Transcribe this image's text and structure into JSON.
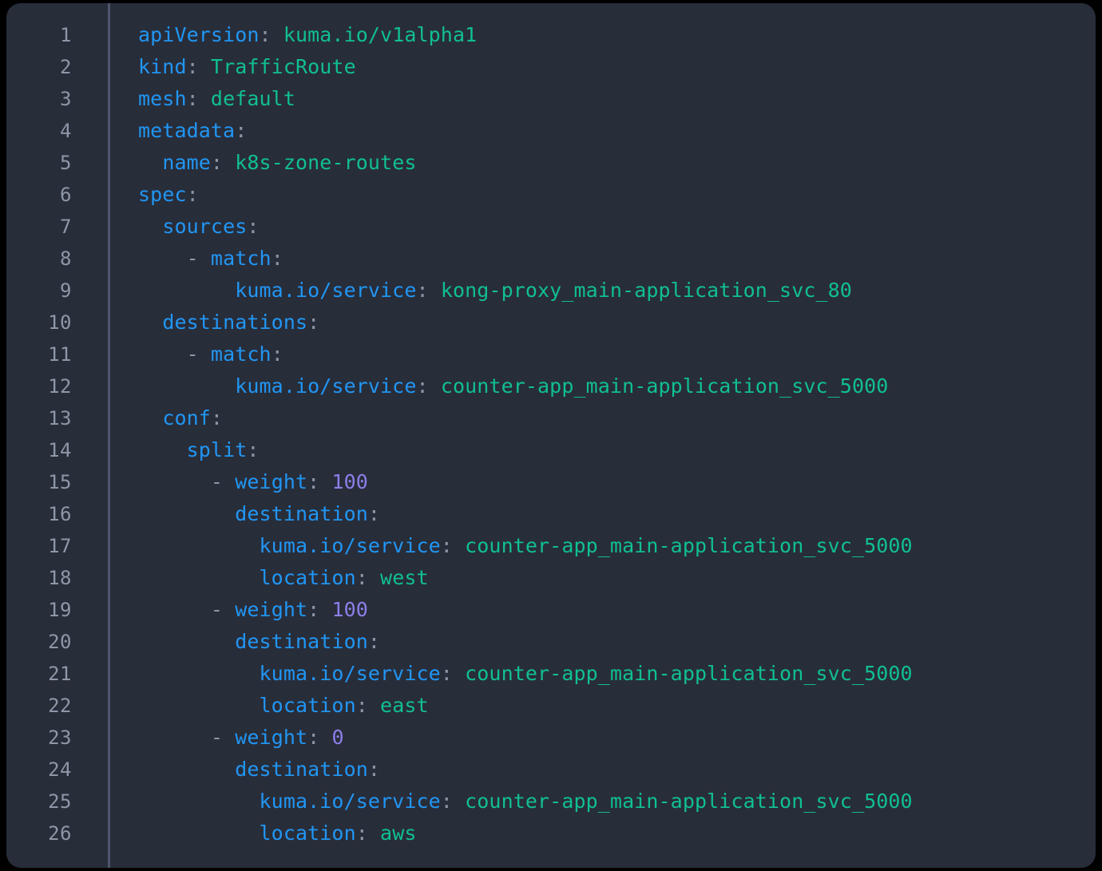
{
  "editor": {
    "language": "yaml",
    "colors": {
      "background": "#282d3a",
      "page_background": "#000000",
      "gutter_text": "#8d97a8",
      "gutter_divider": "#4d566b",
      "key": "#2196f3",
      "string": "#10bf92",
      "number": "#8b7fe8",
      "punctuation": "#8d97a8"
    },
    "first_line_number": 1,
    "last_line_number": 26,
    "total_lines": 26,
    "lines": [
      {
        "n": "1",
        "indent": 0,
        "tokens": [
          {
            "t": "apiVersion",
            "c": "key"
          },
          {
            "t": ": ",
            "c": "punct"
          },
          {
            "t": "kuma.io/v1alpha1",
            "c": "str"
          }
        ]
      },
      {
        "n": "2",
        "indent": 0,
        "tokens": [
          {
            "t": "kind",
            "c": "key"
          },
          {
            "t": ": ",
            "c": "punct"
          },
          {
            "t": "TrafficRoute",
            "c": "str"
          }
        ]
      },
      {
        "n": "3",
        "indent": 0,
        "tokens": [
          {
            "t": "mesh",
            "c": "key"
          },
          {
            "t": ": ",
            "c": "punct"
          },
          {
            "t": "default",
            "c": "str"
          }
        ]
      },
      {
        "n": "4",
        "indent": 0,
        "tokens": [
          {
            "t": "metadata",
            "c": "key"
          },
          {
            "t": ":",
            "c": "punct"
          }
        ]
      },
      {
        "n": "5",
        "indent": 1,
        "tokens": [
          {
            "t": "name",
            "c": "key"
          },
          {
            "t": ": ",
            "c": "punct"
          },
          {
            "t": "k8s-zone-routes",
            "c": "str"
          }
        ]
      },
      {
        "n": "6",
        "indent": 0,
        "tokens": [
          {
            "t": "spec",
            "c": "key"
          },
          {
            "t": ":",
            "c": "punct"
          }
        ]
      },
      {
        "n": "7",
        "indent": 1,
        "tokens": [
          {
            "t": "sources",
            "c": "key"
          },
          {
            "t": ":",
            "c": "punct"
          }
        ]
      },
      {
        "n": "8",
        "indent": 2,
        "tokens": [
          {
            "t": "- ",
            "c": "dash"
          },
          {
            "t": "match",
            "c": "key"
          },
          {
            "t": ":",
            "c": "punct"
          }
        ]
      },
      {
        "n": "9",
        "indent": 4,
        "tokens": [
          {
            "t": "kuma.io/service",
            "c": "key"
          },
          {
            "t": ": ",
            "c": "punct"
          },
          {
            "t": "kong-proxy_main-application_svc_80",
            "c": "str"
          }
        ]
      },
      {
        "n": "10",
        "indent": 1,
        "tokens": [
          {
            "t": "destinations",
            "c": "key"
          },
          {
            "t": ":",
            "c": "punct"
          }
        ]
      },
      {
        "n": "11",
        "indent": 2,
        "tokens": [
          {
            "t": "- ",
            "c": "dash"
          },
          {
            "t": "match",
            "c": "key"
          },
          {
            "t": ":",
            "c": "punct"
          }
        ]
      },
      {
        "n": "12",
        "indent": 4,
        "tokens": [
          {
            "t": "kuma.io/service",
            "c": "key"
          },
          {
            "t": ": ",
            "c": "punct"
          },
          {
            "t": "counter-app_main-application_svc_5000",
            "c": "str"
          }
        ]
      },
      {
        "n": "13",
        "indent": 1,
        "tokens": [
          {
            "t": "conf",
            "c": "key"
          },
          {
            "t": ":",
            "c": "punct"
          }
        ]
      },
      {
        "n": "14",
        "indent": 2,
        "tokens": [
          {
            "t": "split",
            "c": "key"
          },
          {
            "t": ":",
            "c": "punct"
          }
        ]
      },
      {
        "n": "15",
        "indent": 3,
        "tokens": [
          {
            "t": "- ",
            "c": "dash"
          },
          {
            "t": "weight",
            "c": "key"
          },
          {
            "t": ": ",
            "c": "punct"
          },
          {
            "t": "100",
            "c": "num"
          }
        ]
      },
      {
        "n": "16",
        "indent": 4,
        "tokens": [
          {
            "t": "destination",
            "c": "key"
          },
          {
            "t": ":",
            "c": "punct"
          }
        ]
      },
      {
        "n": "17",
        "indent": 5,
        "tokens": [
          {
            "t": "kuma.io/service",
            "c": "key"
          },
          {
            "t": ": ",
            "c": "punct"
          },
          {
            "t": "counter-app_main-application_svc_5000",
            "c": "str"
          }
        ]
      },
      {
        "n": "18",
        "indent": 5,
        "tokens": [
          {
            "t": "location",
            "c": "key"
          },
          {
            "t": ": ",
            "c": "punct"
          },
          {
            "t": "west",
            "c": "str"
          }
        ]
      },
      {
        "n": "19",
        "indent": 3,
        "tokens": [
          {
            "t": "- ",
            "c": "dash"
          },
          {
            "t": "weight",
            "c": "key"
          },
          {
            "t": ": ",
            "c": "punct"
          },
          {
            "t": "100",
            "c": "num"
          }
        ]
      },
      {
        "n": "20",
        "indent": 4,
        "tokens": [
          {
            "t": "destination",
            "c": "key"
          },
          {
            "t": ":",
            "c": "punct"
          }
        ]
      },
      {
        "n": "21",
        "indent": 5,
        "tokens": [
          {
            "t": "kuma.io/service",
            "c": "key"
          },
          {
            "t": ": ",
            "c": "punct"
          },
          {
            "t": "counter-app_main-application_svc_5000",
            "c": "str"
          }
        ]
      },
      {
        "n": "22",
        "indent": 5,
        "tokens": [
          {
            "t": "location",
            "c": "key"
          },
          {
            "t": ": ",
            "c": "punct"
          },
          {
            "t": "east",
            "c": "str"
          }
        ]
      },
      {
        "n": "23",
        "indent": 3,
        "tokens": [
          {
            "t": "- ",
            "c": "dash"
          },
          {
            "t": "weight",
            "c": "key"
          },
          {
            "t": ": ",
            "c": "punct"
          },
          {
            "t": "0",
            "c": "num"
          }
        ]
      },
      {
        "n": "24",
        "indent": 4,
        "tokens": [
          {
            "t": "destination",
            "c": "key"
          },
          {
            "t": ":",
            "c": "punct"
          }
        ]
      },
      {
        "n": "25",
        "indent": 5,
        "tokens": [
          {
            "t": "kuma.io/service",
            "c": "key"
          },
          {
            "t": ": ",
            "c": "punct"
          },
          {
            "t": "counter-app_main-application_svc_5000",
            "c": "str"
          }
        ]
      },
      {
        "n": "26",
        "indent": 5,
        "tokens": [
          {
            "t": "location",
            "c": "key"
          },
          {
            "t": ": ",
            "c": "punct"
          },
          {
            "t": "aws",
            "c": "str"
          }
        ]
      }
    ]
  }
}
